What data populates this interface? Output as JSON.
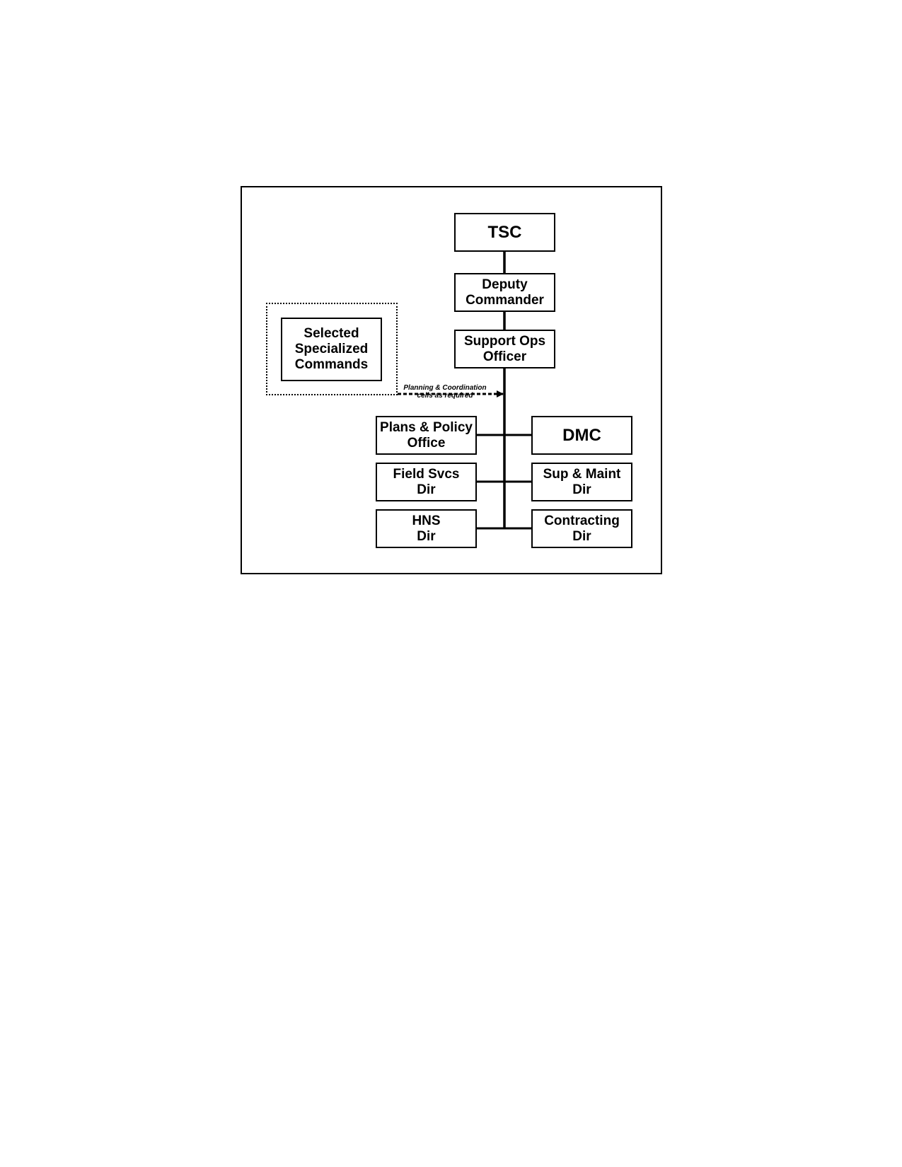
{
  "diagram": {
    "nodes": {
      "tsc": "TSC",
      "deputy": "Deputy\nCommander",
      "support_ops": "Support Ops\nOfficer",
      "selected_commands": "Selected\nSpecialized\nCommands",
      "plans_policy": "Plans & Policy\nOffice",
      "dmc": "DMC",
      "field_svcs": "Field Svcs\nDir",
      "sup_maint": "Sup & Maint\nDir",
      "hns": "HNS\nDir",
      "contracting": "Contracting\nDir"
    },
    "annotation": "Planning & Coordination\ncells as required",
    "edges": [
      {
        "from": "tsc",
        "to": "deputy",
        "style": "solid"
      },
      {
        "from": "deputy",
        "to": "support_ops",
        "style": "solid"
      },
      {
        "from": "support_ops",
        "to": "plans_policy",
        "style": "solid"
      },
      {
        "from": "support_ops",
        "to": "dmc",
        "style": "solid"
      },
      {
        "from": "support_ops",
        "to": "field_svcs",
        "style": "solid"
      },
      {
        "from": "support_ops",
        "to": "sup_maint",
        "style": "solid"
      },
      {
        "from": "support_ops",
        "to": "hns",
        "style": "solid"
      },
      {
        "from": "support_ops",
        "to": "contracting",
        "style": "solid"
      },
      {
        "from": "selected_commands",
        "to": "support_ops",
        "style": "dashed-arrow"
      }
    ]
  }
}
